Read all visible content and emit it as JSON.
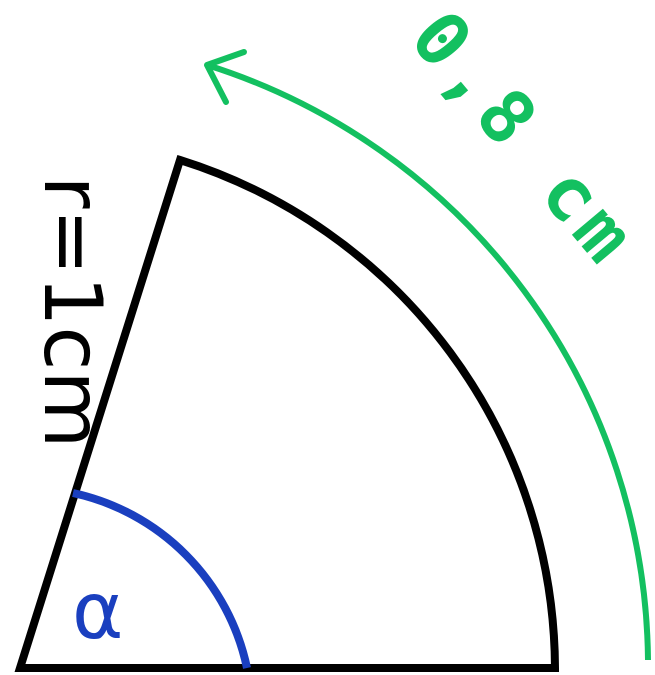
{
  "diagram": {
    "radius_label": "r=1cm",
    "arc_length_label": "0,8 cm",
    "angle_label": "α"
  },
  "colors": {
    "outline": "#000000",
    "arc_arrow": "#13c060",
    "angle_arc": "#1a3fbf"
  }
}
